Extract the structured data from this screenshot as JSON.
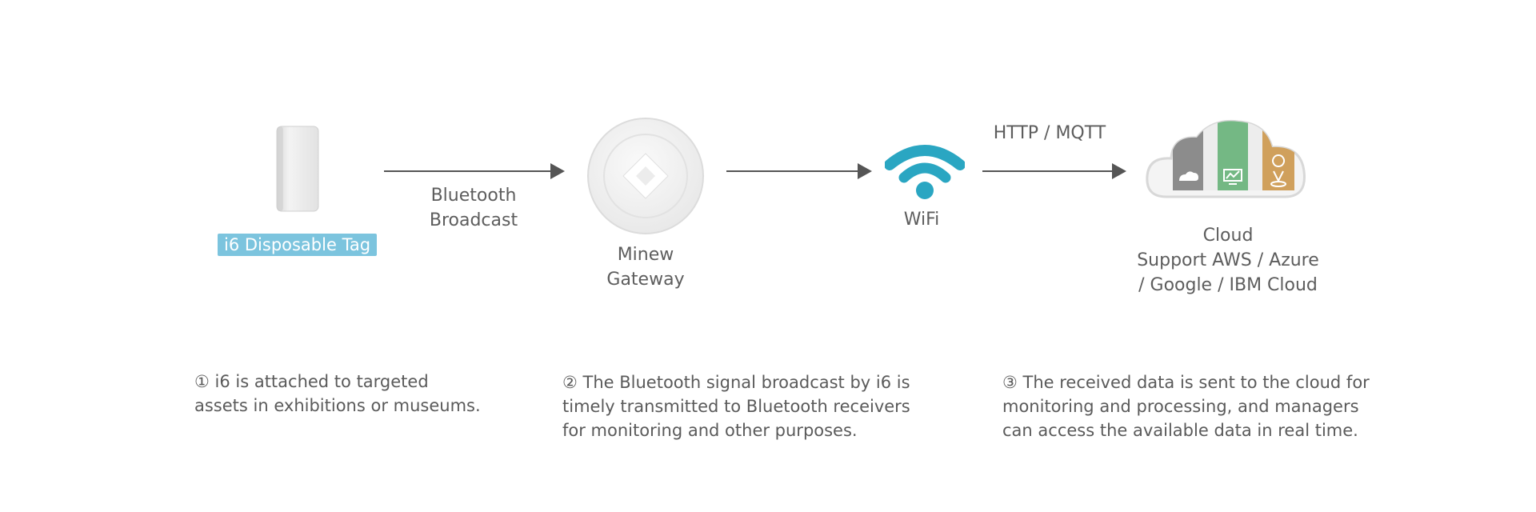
{
  "nodes": {
    "tag": {
      "badge": "i6 Disposable Tag"
    },
    "bluetooth": {
      "line1": "Bluetooth",
      "line2": "Broadcast"
    },
    "gateway": {
      "line1": "Minew",
      "line2": "Gateway"
    },
    "wifi": {
      "label": "WiFi"
    },
    "protocol": {
      "label": "HTTP / MQTT"
    },
    "cloud": {
      "line1": "Cloud",
      "line2": "Support AWS / Azure",
      "line3": "/ Google / IBM Cloud"
    }
  },
  "steps": [
    {
      "line1": "①  i6 is attached to targeted",
      "line2": "assets in exhibitions or museums."
    },
    {
      "line1": "② The Bluetooth signal broadcast by i6 is",
      "line2": "timely transmitted to Bluetooth receivers",
      "line3": "for monitoring and other purposes."
    },
    {
      "line1": "③ The received data is sent to the cloud for",
      "line2": "monitoring and processing, and managers",
      "line3": "can access the available data in real time."
    }
  ],
  "colors": {
    "badge": "#7cc4de",
    "wifi": "#2aa6c2",
    "cloud_gray": "#8c8c8c",
    "cloud_green": "#74b884",
    "cloud_orange": "#d0a05c"
  },
  "icons": [
    "device-tag-icon",
    "gateway-icon",
    "wifi-icon",
    "cloud-icon"
  ]
}
